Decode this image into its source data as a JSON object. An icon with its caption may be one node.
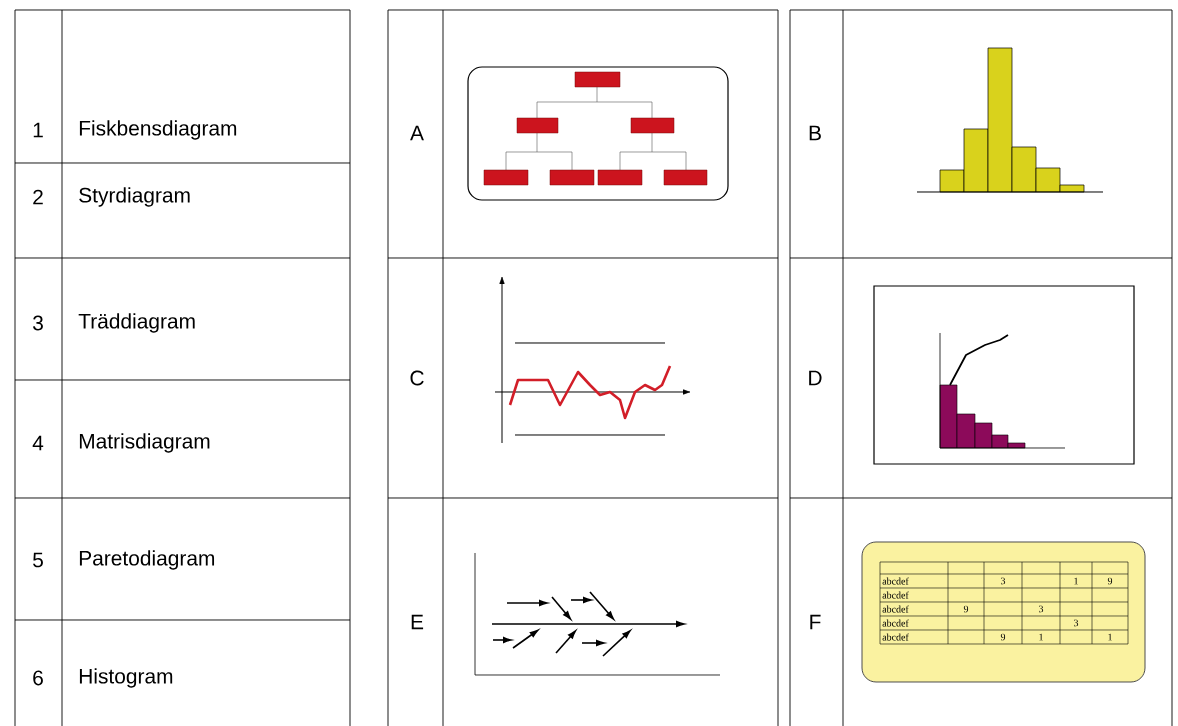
{
  "diagram": {
    "labels": [
      "1",
      "Fiskbensdiagram",
      "2",
      "Styrdiagram",
      "3",
      "Träddiagram",
      "4",
      "Matrisdiagram",
      "5",
      "Paretodiagram",
      "6",
      "Histogram",
      "A",
      "B",
      "C",
      "D",
      "E",
      "F",
      "abcdef",
      "3",
      "1",
      "9",
      "abcdef",
      "abcdef",
      "9",
      "3",
      "abcdef",
      "3",
      "abcdef",
      "9",
      "1",
      "1"
    ]
  }
}
